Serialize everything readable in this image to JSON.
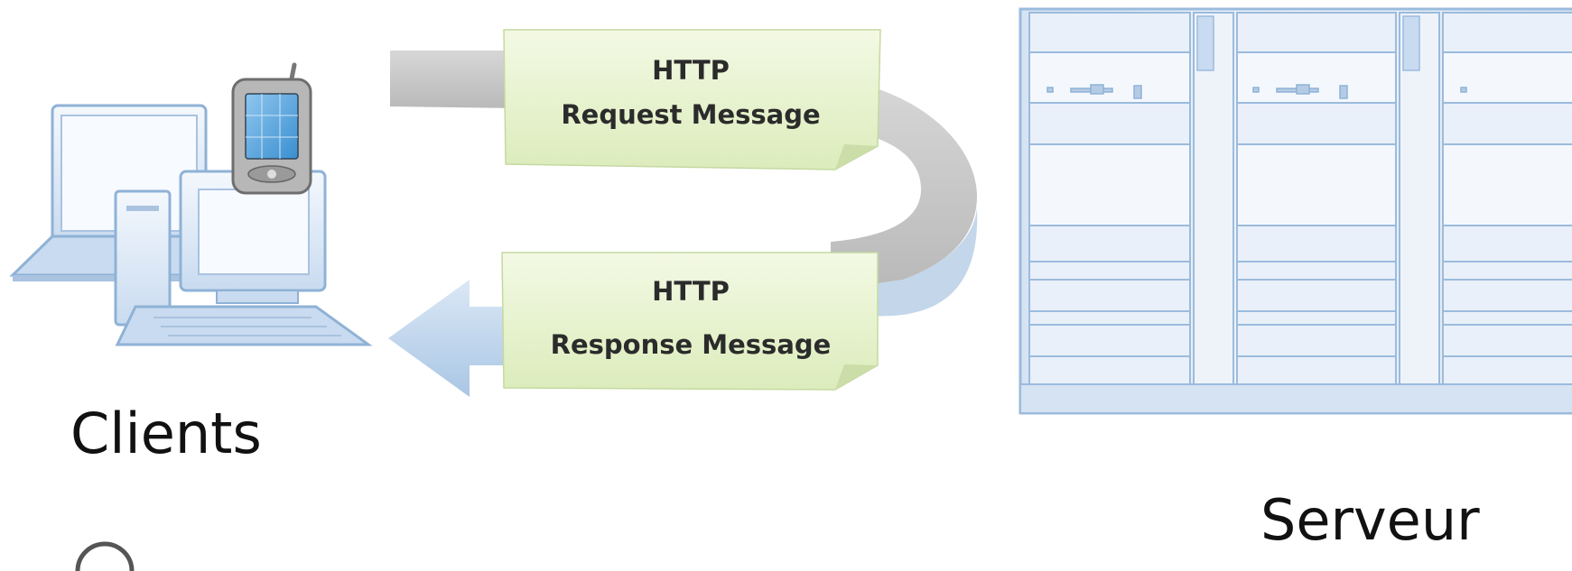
{
  "clients": {
    "label": "Clients"
  },
  "server": {
    "label": "Serveur"
  },
  "request": {
    "line1": "HTTP",
    "line2": "Request Message"
  },
  "response": {
    "line1": "HTTP",
    "line2": "Response Message"
  },
  "colors": {
    "arrow_gray": "#c9c9c9",
    "arrow_blue": "#bcd3ea",
    "note_fill": "#e8f3cf",
    "device_fill": "#dde8f6",
    "device_stroke": "#8fb2d6",
    "server_fill": "#e4edf8",
    "server_stroke": "#9bbbdc",
    "text": "#111111"
  },
  "icons": [
    "laptop-icon",
    "pda-phone-icon",
    "desktop-computer-icon",
    "server-rack-icon"
  ]
}
